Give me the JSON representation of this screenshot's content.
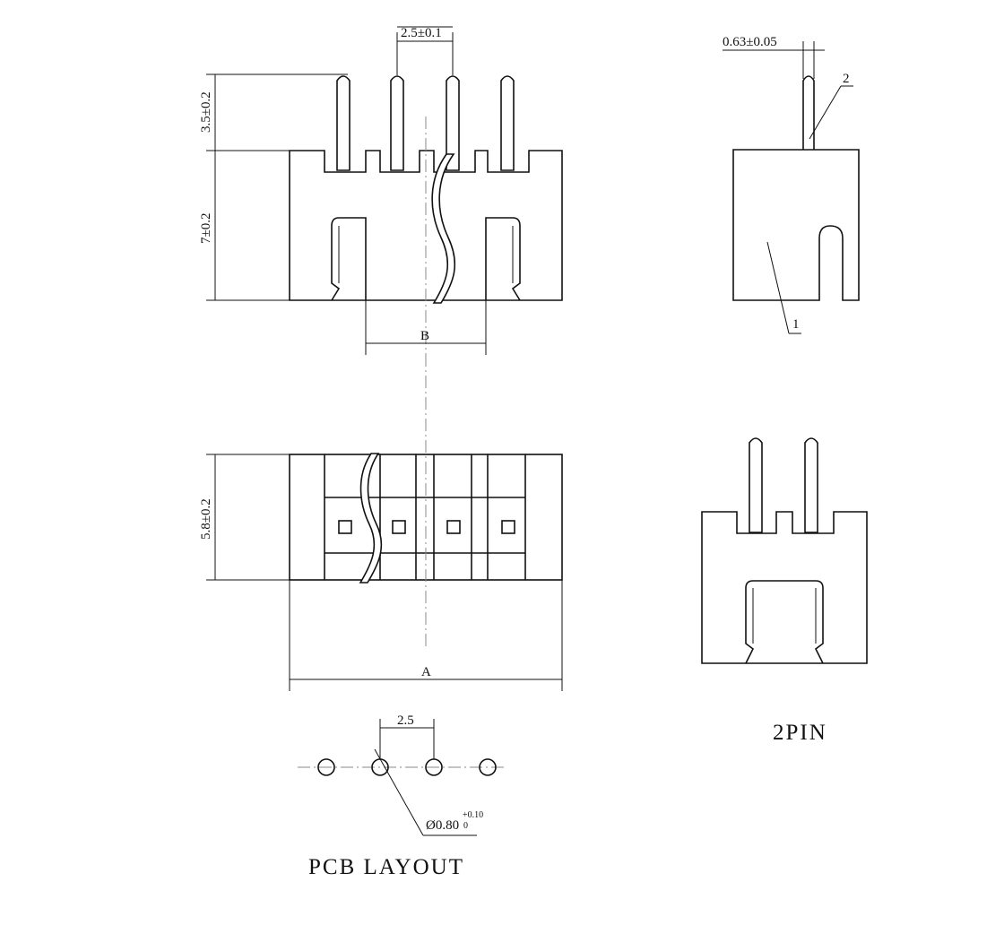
{
  "dimensions": {
    "pitch_top": "2.5±0.1",
    "pin_height": "3.5±0.2",
    "body_height": "7±0.2",
    "spacing_b": "B",
    "depth": "5.8±0.2",
    "overall_a": "A",
    "pin_thickness": "0.63±0.05",
    "pcb_pitch": "2.5",
    "hole_diameter": "Ø0.80",
    "hole_tol_plus": "+0.10",
    "hole_tol_minus": "0"
  },
  "callouts": {
    "body": "1",
    "pin": "2"
  },
  "labels": {
    "two_pin": "2PIN",
    "pcb_layout": "PCB LAYOUT"
  }
}
